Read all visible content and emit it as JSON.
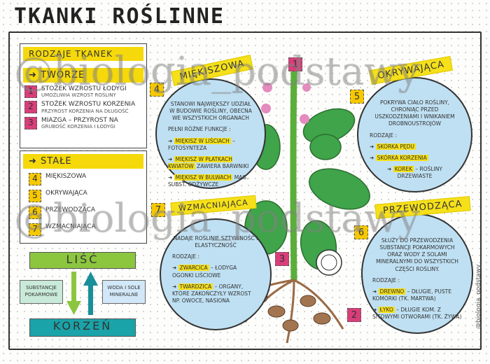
{
  "title": "TKANKI ROŚLINNE",
  "legend": {
    "header": "RODZAJE TKANEK",
    "tworzace": {
      "label": "TWÓRZE",
      "items": [
        {
          "num": "1",
          "name": "STOŻEK WZROSTU ŁODYGI",
          "desc": "UMOŻLIWIA WZROST ROŚLINY"
        },
        {
          "num": "2",
          "name": "STOŻEK WZROSTU KORZENIA",
          "desc": "PRZYROST KORZENIA NA DŁUGOŚĆ"
        },
        {
          "num": "3",
          "name": "MIAZGA – PRZYROST NA",
          "desc": "GRUBOŚĆ KORZENIA I ŁODYGI"
        }
      ]
    },
    "stale": {
      "label": "STAŁE",
      "items": [
        {
          "num": "4",
          "name": "MIĘKISZOWA"
        },
        {
          "num": "5",
          "name": "OKRYWAJĄCA"
        },
        {
          "num": "6",
          "name": "PRZEWODZĄCA"
        },
        {
          "num": "7",
          "name": "WZMACNIAJĄCA"
        }
      ]
    }
  },
  "transport": {
    "leaf": "LIŚĆ",
    "root": "KORZEŃ",
    "down": "SUBSTANCJE POKARMOWE",
    "up": "WODA I SOLE MINERALNE"
  },
  "circles": {
    "miekiszowa": {
      "num": "4",
      "title": "MIĘKISZOWA",
      "intro": "STANOWI NAJWIĘKSZY UDZIAŁ W BUDOWIE ROŚLINY, OBECNA WE WSZYSTKICH ORGANACH",
      "lead": "PEŁNI RÓŻNE FUNKCJE :",
      "items": [
        {
          "hl": "MIĘKISZ W LIŚCIACH",
          "rest": "– FOTOSYNTEZA"
        },
        {
          "hl": "MIĘKISZ W PŁATKACH KWIATÓW",
          "rest": "ZAWIERA BARWNIKI"
        },
        {
          "hl": "MIĘKISZ W BULWACH",
          "rest": "MAG. SUBST. ODŻYWCZE"
        }
      ]
    },
    "okrywajaca": {
      "num": "5",
      "title": "OKRYWAJĄCA",
      "intro": "POKRYWA CIAŁO ROŚLINY, CHRONIĄC PRZED USZKODZENIAMI I WNIKANIEM DROBNOUSTROJÓW",
      "lead": "RODZAJE :",
      "items": [
        {
          "hl": "SKÓRKA PĘDU",
          "rest": ""
        },
        {
          "hl": "SKÓRKA KORZENIA",
          "rest": ""
        },
        {
          "hl": "KOREK",
          "rest": "– ROŚLINY DRZEWIASTE"
        }
      ]
    },
    "wzmacniajaca": {
      "num": "7",
      "title": "WZMACNIAJĄCA",
      "intro": "NADAJE ROŚLINIE SZTYWNOŚĆ I ELASTYCZNOŚĆ",
      "lead": "RODZAJE :",
      "items": [
        {
          "hl": "ZWARCICA",
          "rest": "– ŁODYGA OGONKI LIŚCIOWE"
        },
        {
          "hl": "TWARDZICA",
          "rest": "– ORGANY, KTÓRE ZAKOŃCZYŁY WZROST NP. OWOCE, NASIONA"
        }
      ]
    },
    "przewodzaca": {
      "num": "6",
      "title": "PRZEWODZĄCA",
      "intro": "SŁUŻY DO PRZEWODZENIA SUBSTANCJI POKARMOWYCH ORAZ WODY Z SOLAMI MINERALNYMI DO WSZYSTKICH CZĘŚCI ROŚLINY.",
      "lead": "RODZAJE :",
      "items": [
        {
          "hl": "DREWNO",
          "rest": "– DŁUGIE, PUSTE KOMÓRKI (TK. MARTWA)"
        },
        {
          "hl": "ŁYKO",
          "rest": "– DŁUGIE KOM. Z SITOWYMI OTWORAMI (TK. ŻYWA)"
        }
      ]
    }
  },
  "plant_tags": [
    "1",
    "3",
    "2"
  ],
  "watermark": "@biologia_podstawy",
  "side_credit": "@biologia_podstawy",
  "colors": {
    "yellow": "#f5e01a",
    "pink": "#d93e7a",
    "green": "#8cc63f",
    "teal": "#1aa3a8",
    "circle": "#bfe0f3"
  }
}
